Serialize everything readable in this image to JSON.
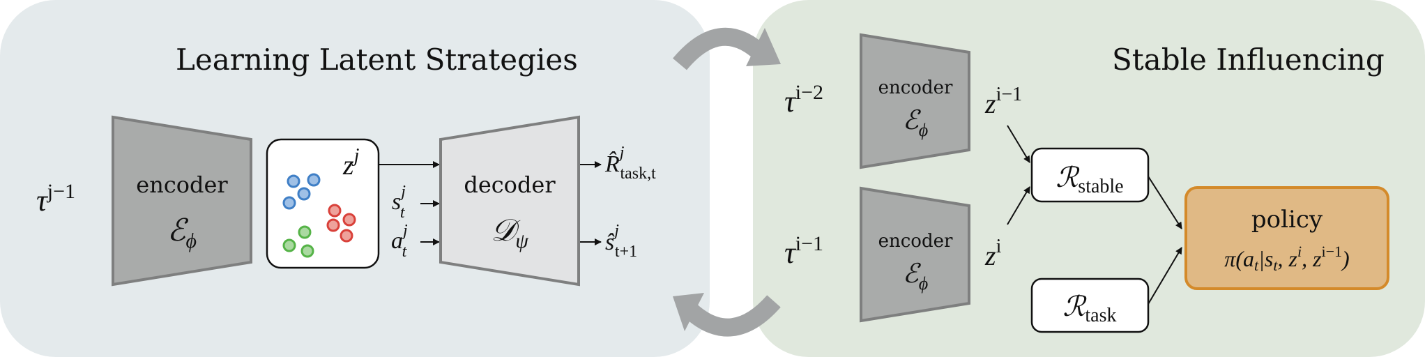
{
  "left_panel": {
    "title": "Learning Latent Strategies",
    "input_label": "τ",
    "input_sup": "j−1",
    "encoder": {
      "label": "encoder",
      "symbol": "ℰ",
      "sub": "ϕ"
    },
    "latent_label": "z",
    "latent_sup": "j",
    "state_label": "s",
    "state_sub": "t",
    "state_sup": "j",
    "action_label": "a",
    "action_sub": "t",
    "action_sup": "j",
    "decoder": {
      "label": "decoder",
      "symbol": "𝒟",
      "sub": "ψ"
    },
    "reward_out": "R̂",
    "reward_sub": "task,t",
    "reward_sup": "j",
    "state_out": "ŝ",
    "state_out_sub": "t+1",
    "state_out_sup": "j",
    "cluster_colors": {
      "blue": "#3f7fc6",
      "red": "#d9413a",
      "green": "#55b347"
    }
  },
  "right_panel": {
    "title": "Stable Influencing",
    "top_input": "τ",
    "top_input_sup": "i−2",
    "bottom_input": "τ",
    "bottom_input_sup": "i−1",
    "encoder_top": {
      "label": "encoder",
      "symbol": "ℰ",
      "sub": "ϕ"
    },
    "encoder_bottom": {
      "label": "encoder",
      "symbol": "ℰ",
      "sub": "ϕ"
    },
    "z_top": "z",
    "z_top_sup": "i−1",
    "z_bottom": "z",
    "z_bottom_sup": "i",
    "r_stable": "ℛ",
    "r_stable_sub": "stable",
    "r_task": "ℛ",
    "r_task_sub": "task",
    "policy": {
      "label": "policy",
      "formula": "π(a",
      "formula_sub": "t",
      "formula_rest": "|s",
      "formula_sub2": "t",
      "formula_z": ", z",
      "formula_z_sup": "i",
      "formula_z2": ", z",
      "formula_z2_sup": "i−1",
      "formula_end": ")"
    },
    "policy_fill": "#e0b985",
    "policy_stroke": "#d48a2a"
  },
  "colors": {
    "left_bg": "#e4eaec",
    "right_bg": "#e0e8dd",
    "encoder_fill": "#a9abaa",
    "decoder_fill": "#e2e3e4",
    "cycle_arrow": "#a2a4a5"
  }
}
